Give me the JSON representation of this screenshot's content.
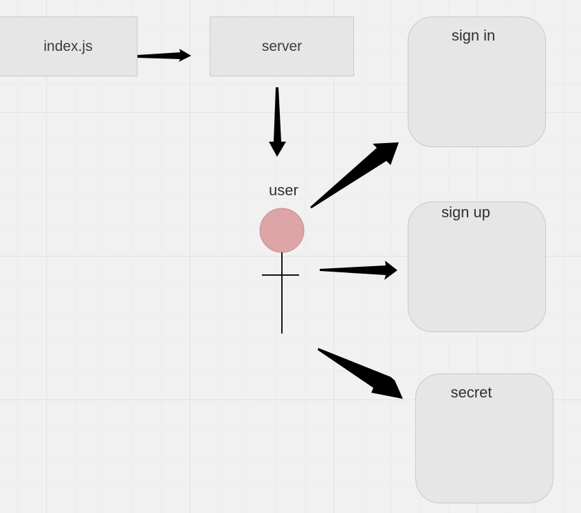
{
  "diagram": {
    "nodes": {
      "index_js": {
        "label": "index.js"
      },
      "server": {
        "label": "server"
      },
      "user": {
        "label": "user"
      },
      "sign_in": {
        "label": "sign in"
      },
      "sign_up": {
        "label": "sign up"
      },
      "secret": {
        "label": "secret"
      }
    },
    "edges": [
      {
        "from": "index.js",
        "to": "server"
      },
      {
        "from": "server",
        "to": "user"
      },
      {
        "from": "user",
        "to": "sign in"
      },
      {
        "from": "user",
        "to": "sign up"
      },
      {
        "from": "user",
        "to": "secret"
      }
    ]
  },
  "colors": {
    "canvas": "#f1f1f1",
    "box_fill": "#e6e6e6",
    "box_border": "#c8c8c8",
    "actor_head": "#dea4a6",
    "arrow": "#000000"
  }
}
